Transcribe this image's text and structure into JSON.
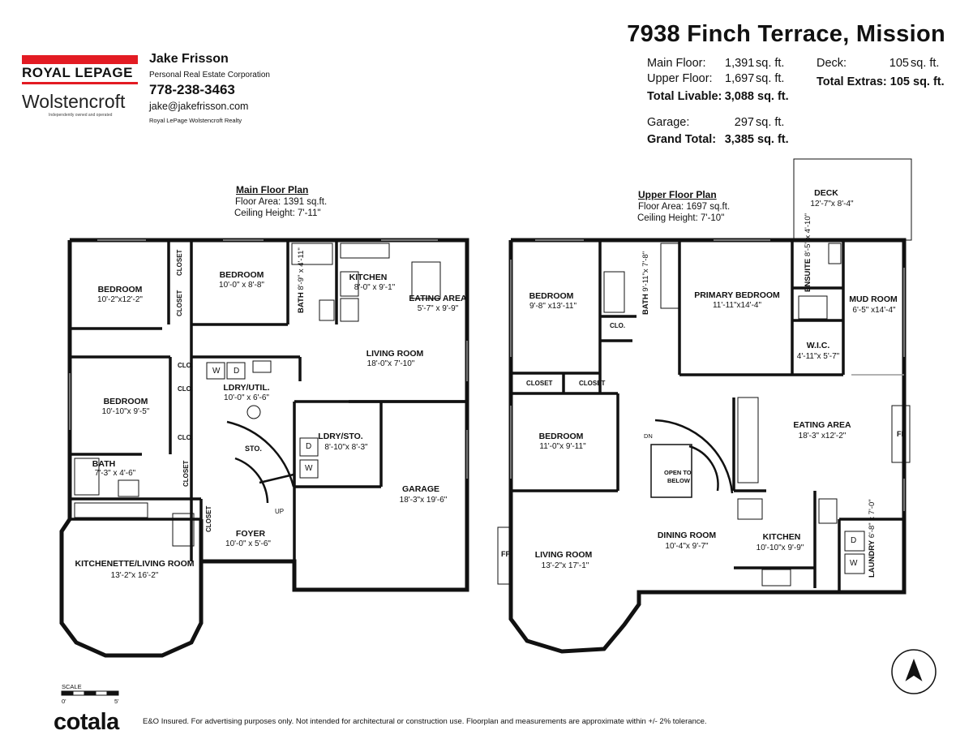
{
  "brand": {
    "name": "ROYAL LEPAGE",
    "office": "Wolstencroft",
    "tagline": "Independently owned and operated"
  },
  "agent": {
    "name": "Jake Frisson",
    "corporation": "Personal Real Estate Corporation",
    "phone": "778-238-3463",
    "email": "jake@jakefrisson.com",
    "brokerage": "Royal LePage Wolstencroft Realty"
  },
  "address": "7938 Finch Terrace, Mission",
  "areas": {
    "main_floor": {
      "label": "Main Floor:",
      "value": "1,391",
      "unit": "sq. ft."
    },
    "upper_floor": {
      "label": "Upper Floor:",
      "value": "1,697",
      "unit": "sq. ft."
    },
    "total_livable": {
      "label": "Total Livable:",
      "value": "3,088",
      "unit": "sq. ft."
    },
    "garage": {
      "label": "Garage:",
      "value": "297",
      "unit": "sq. ft."
    },
    "grand_total": {
      "label": "Grand Total:",
      "value": "3,385",
      "unit": "sq. ft."
    },
    "deck": {
      "label": "Deck:",
      "value": "105",
      "unit": "sq. ft."
    },
    "total_extras": {
      "label": "Total Extras: 105 sq. ft."
    }
  },
  "main_plan": {
    "title": "Main Floor Plan",
    "floor_area": "Floor Area: 1391 sq.ft.",
    "ceiling": "Ceiling Height: 7'-11\"",
    "rooms": {
      "bedroom_nw": {
        "name": "BEDROOM",
        "dim": "10'-2\"x12'-2\""
      },
      "bedroom_n": {
        "name": "BEDROOM",
        "dim": "10'-0\" x  8'-8\""
      },
      "bath_n": {
        "name": "BATH",
        "dim": "8'-9\" x 4'-11\""
      },
      "kitchen": {
        "name": "KITCHEN",
        "dim": "8'-0\" x  9'-1\""
      },
      "eating": {
        "name": "EATING AREA",
        "dim": "5'-7\" x 9'-9\""
      },
      "living": {
        "name": "LIVING ROOM",
        "dim": "18'-0\"x 7'-10\""
      },
      "ldry_util": {
        "name": "LDRY/UTIL.",
        "dim": "10'-0\" x  6'-6\""
      },
      "bedroom_w": {
        "name": "BEDROOM",
        "dim": "10'-10\"x  9'-5\""
      },
      "ldry_sto": {
        "name": "LDRY/STO.",
        "dim": "8'-10\"x  8'-3\""
      },
      "bath_w": {
        "name": "BATH",
        "dim": "7'-3\" x  4'-6\""
      },
      "garage": {
        "name": "GARAGE",
        "dim": "18'-3\"x 19'-6\""
      },
      "foyer": {
        "name": "FOYER",
        "dim": "10'-0\" x  5'-6\""
      },
      "kitchenette": {
        "name": "KITCHENETTE/LIVING ROOM",
        "dim": "13'-2\"x 16'-2\""
      }
    },
    "labels": {
      "closet": "CLOSET",
      "clo": "CLO.",
      "sto": "STO.",
      "up": "UP",
      "w": "W",
      "d": "D"
    }
  },
  "upper_plan": {
    "title": "Upper Floor Plan",
    "floor_area": "Floor Area: 1697 sq.ft.",
    "ceiling": "Ceiling Height: 7'-10\"",
    "rooms": {
      "deck": {
        "name": "DECK",
        "dim": "12'-7\"x  8'-4\""
      },
      "bedroom_nw": {
        "name": "BEDROOM",
        "dim": "9'-8\" x13'-11\""
      },
      "bath": {
        "name": "BATH",
        "dim": "9'-11\"x  7'-8\""
      },
      "primary": {
        "name": "PRIMARY BEDROOM",
        "dim": "11'-11\"x14'-4\""
      },
      "ensuite": {
        "name": "ENSUITE",
        "dim": "8'-5\" x 4'-10\""
      },
      "mud": {
        "name": "MUD ROOM",
        "dim": "6'-5\"  x14'-4\""
      },
      "wic": {
        "name": "W.I.C.",
        "dim": "4'-11\"x  5'-7\""
      },
      "eating": {
        "name": "EATING AREA",
        "dim": "18'-3\" x12'-2\""
      },
      "bedroom_w": {
        "name": "BEDROOM",
        "dim": "11'-0\"x  9'-11\""
      },
      "dining": {
        "name": "DINING ROOM",
        "dim": "10'-4\"x  9'-7\""
      },
      "kitchen": {
        "name": "KITCHEN",
        "dim": "10'-10\"x  9'-9\""
      },
      "living": {
        "name": "LIVING ROOM",
        "dim": "13'-2\"x 17'-1\""
      },
      "laundry": {
        "name": "LAUNDRY",
        "dim": "6'-8\" x 7'-0\""
      }
    },
    "labels": {
      "closet": "CLOSET",
      "clo": "CLO.",
      "open_to": "OPEN TO",
      "below": "BELOW",
      "dn": "DN",
      "fp": "FP",
      "w": "W",
      "d": "D"
    }
  },
  "scale": {
    "label": "SCALE",
    "start": "0'",
    "end": "5'"
  },
  "footer": {
    "logo": "cotala",
    "disclaimer": "E&O Insured. For advertising purposes only. Not intended for architectural or construction use. Floorplan and measurements are approximate within +/- 2% tolerance."
  },
  "colors": {
    "brand_red": "#e31b23",
    "wall": "#111111"
  }
}
